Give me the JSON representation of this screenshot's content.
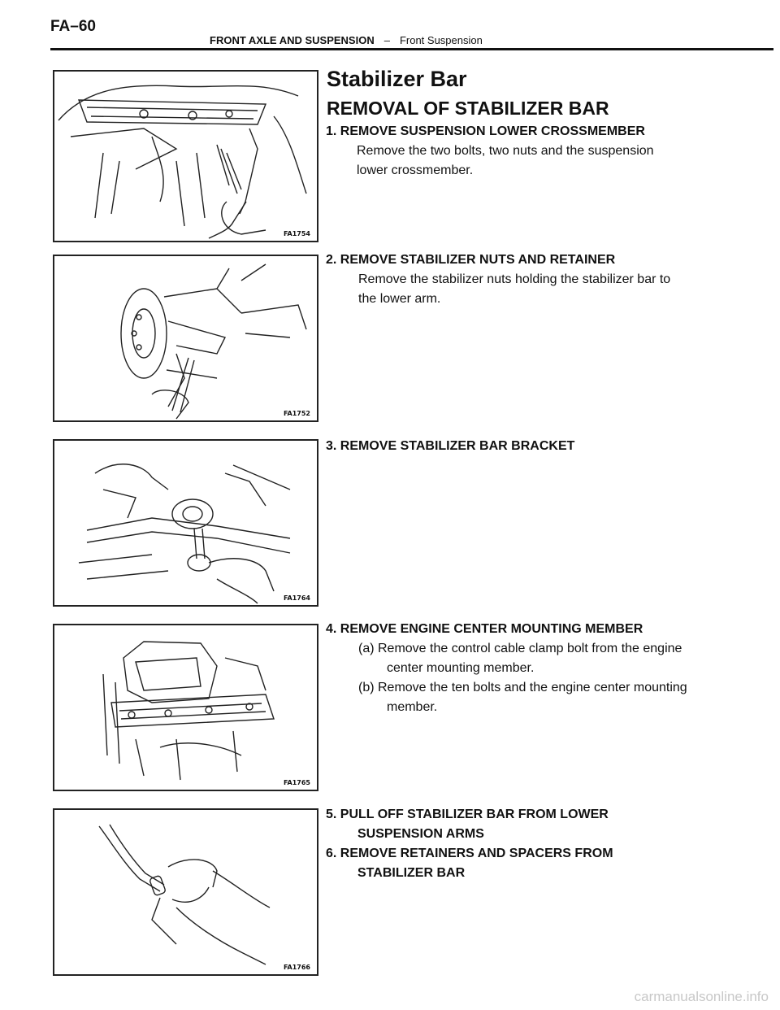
{
  "header": {
    "page_number": "FA–60",
    "section": "FRONT AXLE AND SUSPENSION",
    "separator": "–",
    "subsection": "Front Suspension"
  },
  "title": "Stabilizer Bar",
  "subtitle": "REMOVAL OF STABILIZER BAR",
  "steps": [
    {
      "heading": "1. REMOVE SUSPENSION LOWER CROSSMEMBER",
      "lines": [
        "Remove the two bolts, two nuts and the suspension",
        "lower crossmember."
      ]
    },
    {
      "heading": "2. REMOVE STABILIZER NUTS AND RETAINER",
      "lines": [
        "Remove the stabilizer nuts holding the stabilizer bar to",
        "the lower arm."
      ]
    },
    {
      "heading": "3. REMOVE STABILIZER BAR BRACKET",
      "lines": []
    },
    {
      "heading": "4. REMOVE ENGINE CENTER MOUNTING MEMBER",
      "lines": [
        "(a) Remove the control cable clamp bolt from the engine",
        "center mounting member.",
        "(b) Remove the ten bolts and the engine center mounting",
        "member."
      ]
    },
    {
      "heading_lines": [
        "5. PULL OFF STABILIZER BAR FROM LOWER",
        "SUSPENSION ARMS"
      ]
    },
    {
      "heading_lines": [
        "6. REMOVE RETAINERS AND SPACERS FROM",
        "STABILIZER BAR"
      ]
    }
  ],
  "figures": [
    "FA1754",
    "FA1752",
    "FA1764",
    "FA1765",
    "FA1766"
  ],
  "watermark": "carmanualsonline.info"
}
